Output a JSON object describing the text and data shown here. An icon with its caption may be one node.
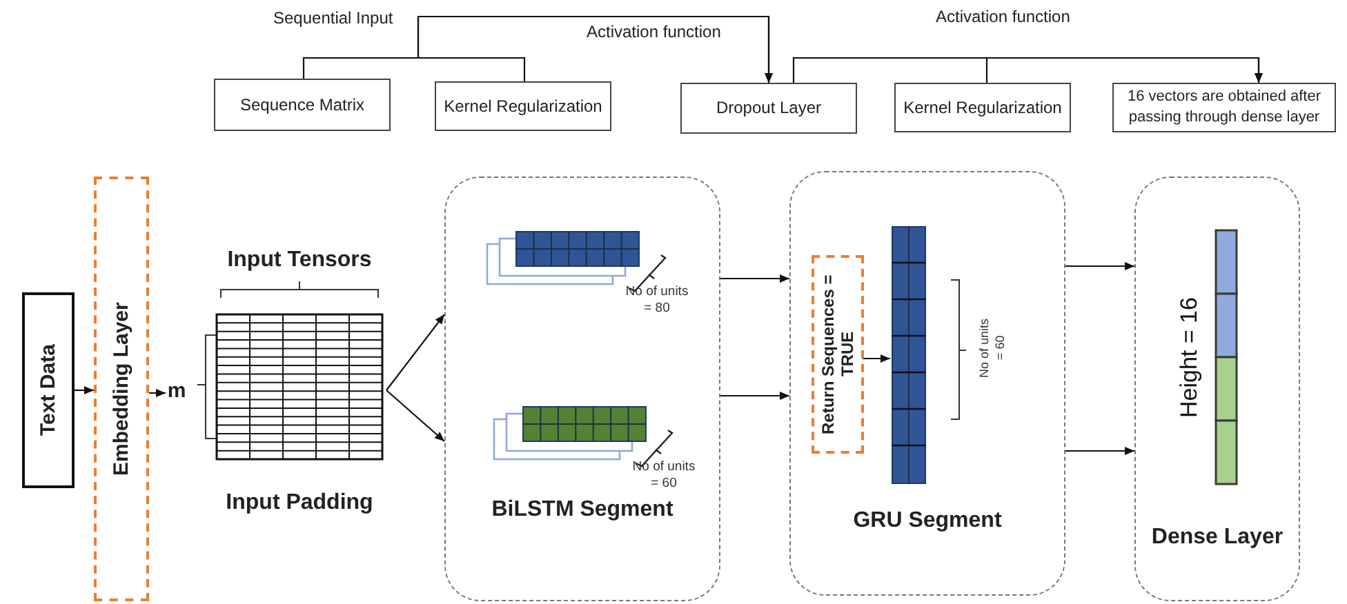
{
  "diagram": {
    "nodes": [
      {
        "text": [
          "Sequence Matrix"
        ]
      },
      {
        "text": [
          "Kernel Regularization"
        ]
      },
      {
        "text": [
          "Dropout Layer"
        ]
      },
      {
        "text": [
          "Kernel Regularization"
        ]
      },
      {
        "text": [
          "16 vectors are obtained after passing through dense layer"
        ]
      },
      {
        "text": [
          "Text Data"
        ]
      },
      {
        "text": [
          "Embedding Layer"
        ]
      },
      {
        "text": [
          "m"
        ]
      },
      {
        "text": [
          "Input Tensors",
          "Input Padding"
        ]
      },
      {
        "text": [
          "BiLSTM Segment"
        ]
      },
      {
        "text": [],
        "shape": "picture",
        "in": 9,
        "beside": [
          "No of units = 80"
        ]
      },
      {
        "text": [],
        "shape": "picture",
        "in": 9,
        "beside": [
          "No of units = 60"
        ]
      },
      {
        "text": [
          "GRU Segment"
        ]
      },
      {
        "text": [
          "Return Sequences = TRUE"
        ],
        "in": 12
      },
      {
        "text": [],
        "shape": "picture",
        "in": 12,
        "beside": [
          "No of units = 60"
        ]
      },
      {
        "text": [
          "Dense Layer"
        ]
      },
      {
        "text": [],
        "shape": "bar",
        "in": 15,
        "beside": [
          "Height = 16"
        ]
      }
    ],
    "edges": [
      {
        "from": 0,
        "to": 2,
        "arrow": "to"
      },
      {
        "from": 1,
        "to": 2,
        "arrow": "to"
      },
      {
        "from": 2,
        "to": 4,
        "arrow": "to"
      },
      {
        "from": 3,
        "to": 4,
        "arrow": "to"
      },
      {
        "from": 5,
        "to": 6,
        "arrow": "to"
      },
      {
        "from": 6,
        "to": 7,
        "arrow": "to"
      },
      {
        "from": 8,
        "to": 9,
        "arrow": "to"
      },
      {
        "from": 8,
        "to": 9,
        "arrow": "to"
      },
      {
        "from": 9,
        "to": 12,
        "arrow": "to"
      },
      {
        "from": 9,
        "to": 12,
        "arrow": "to"
      },
      {
        "from": 12,
        "to": 15,
        "arrow": "to"
      },
      {
        "from": 12,
        "to": 15,
        "arrow": "to"
      },
      {
        "from": 13,
        "to": 14,
        "arrow": "to"
      }
    ],
    "labels": [
      "Sequential Input",
      "Activation function",
      "Activation function"
    ]
  }
}
